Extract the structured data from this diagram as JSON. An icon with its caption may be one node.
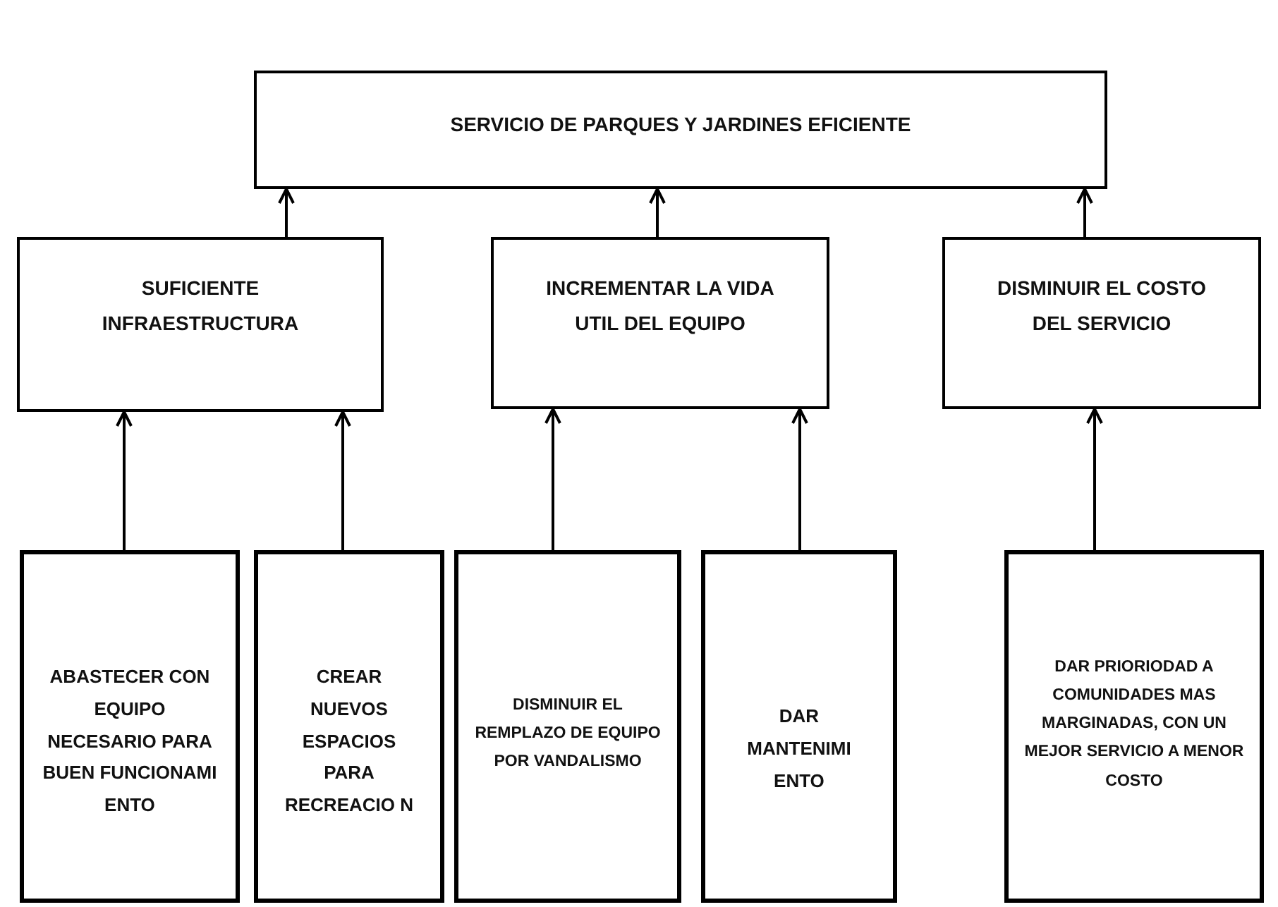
{
  "diagram": {
    "nodes": [
      {
        "text": [
          "SERVICIO DE PARQUES Y JARDINES EFICIENTE"
        ]
      },
      {
        "text": [
          "SUFICIENTE INFRAESTRUCTURA"
        ]
      },
      {
        "text": [
          "INCREMENTAR LA VIDA UTIL DEL EQUIPO"
        ]
      },
      {
        "text": [
          "DISMINUIR EL COSTO DEL SERVICIO"
        ]
      },
      {
        "text": [
          "ABASTECER CON EQUIPO NECESARIO PARA BUEN FUNCIONAMI ENTO"
        ]
      },
      {
        "text": [
          "CREAR NUEVOS ESPACIOS PARA RECREACIO N"
        ]
      },
      {
        "text": [
          "DISMINUIR EL REMPLAZO DE EQUIPO POR VANDALISMO"
        ]
      },
      {
        "text": [
          "DAR MANTENIMI ENTO"
        ]
      },
      {
        "text": [
          "DAR PRIORIODAD A COMUNIDADES MAS MARGINADAS, CON UN MEJOR SERVICIO A MENOR COSTO"
        ]
      }
    ],
    "edges": [
      {
        "from": 1,
        "to": 0,
        "arrow": "to"
      },
      {
        "from": 2,
        "to": 0,
        "arrow": "to"
      },
      {
        "from": 3,
        "to": 0,
        "arrow": "to"
      },
      {
        "from": 4,
        "to": 1,
        "arrow": "to"
      },
      {
        "from": 5,
        "to": 1,
        "arrow": "to"
      },
      {
        "from": 6,
        "to": 2,
        "arrow": "to"
      },
      {
        "from": 7,
        "to": 2,
        "arrow": "to"
      },
      {
        "from": 8,
        "to": 3,
        "arrow": "to"
      }
    ]
  }
}
